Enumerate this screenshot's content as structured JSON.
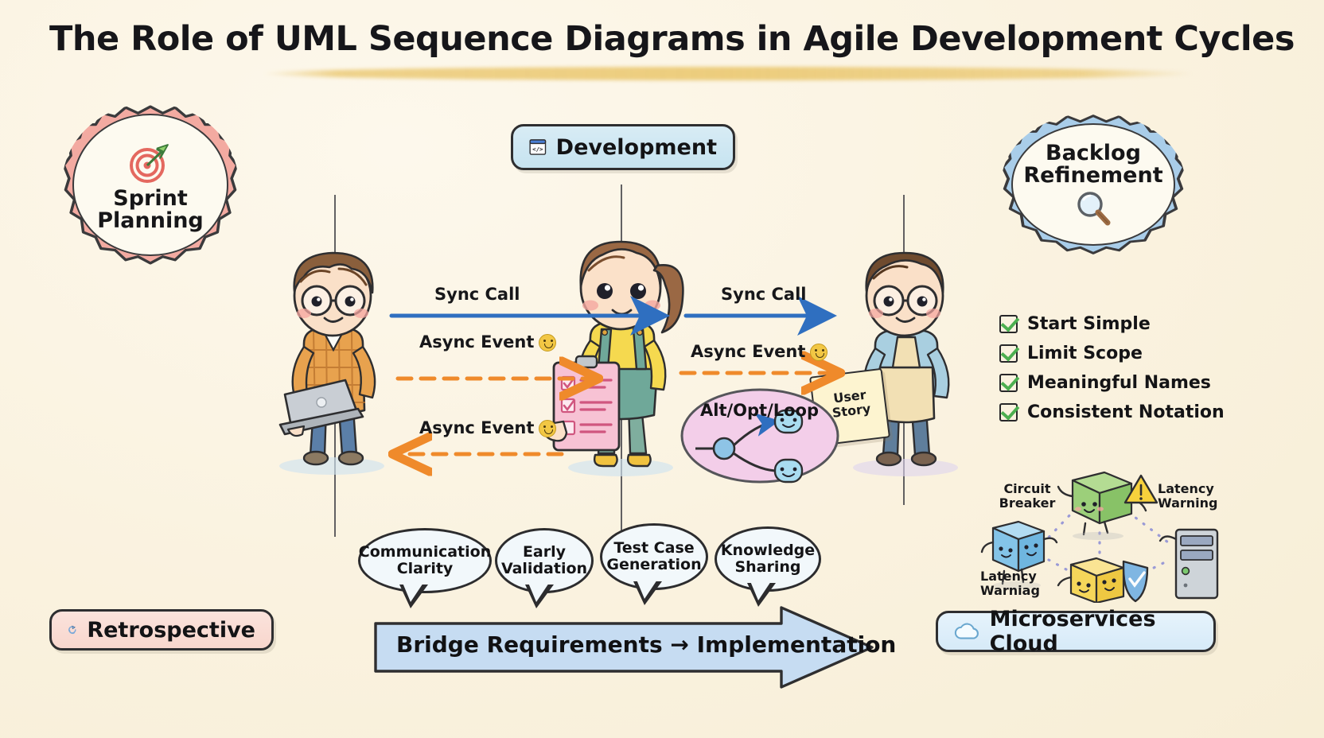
{
  "title": "The Role of UML Sequence Diagrams in Agile Development Cycles",
  "colors": {
    "background": "#fdf6e3",
    "highlight": "#e9c56a",
    "sprint_badge": "#f1a9a0",
    "backlog_badge": "#a8cdea",
    "development_pill": "#cfe8f2",
    "retrospective_pill": "#fadcd4",
    "cloud_pill": "#dceefa",
    "sync_arrow": "#2f6fc0",
    "async_arrow": "#ef8a2b",
    "check_green": "#4caf50",
    "alt_loop_fill": "#f2cfe8",
    "ink": "#2e2e30"
  },
  "badges": {
    "sprint_planning": {
      "label": "Sprint\nPlanning",
      "icon": "target-dart-icon"
    },
    "backlog_refinement": {
      "label": "Backlog\nRefinement",
      "icon": "magnifier-icon"
    }
  },
  "header_pill": {
    "label": "Development",
    "icon": "code-window-icon"
  },
  "lifelines": [
    {
      "name": "sprint-planning-lifeline"
    },
    {
      "name": "development-lifeline"
    },
    {
      "name": "backlog-refinement-lifeline"
    }
  ],
  "actors": [
    {
      "name": "developer-with-laptop",
      "prop": "laptop"
    },
    {
      "name": "analyst-with-clipboard",
      "prop": "clipboard"
    },
    {
      "name": "product-owner-with-user-story",
      "prop": "user-story-note"
    }
  ],
  "messages": [
    {
      "id": "m1",
      "label": "Sync Call",
      "kind": "sync",
      "direction": "right",
      "lane": "left"
    },
    {
      "id": "m2",
      "label": "Async Event",
      "kind": "async",
      "direction": "right",
      "lane": "left",
      "emoji": "smiley"
    },
    {
      "id": "m3",
      "label": "Async Event",
      "kind": "async",
      "direction": "left",
      "lane": "left",
      "emoji": "smiley"
    },
    {
      "id": "m4",
      "label": "Sync Call",
      "kind": "sync",
      "direction": "right",
      "lane": "right"
    },
    {
      "id": "m5",
      "label": "Async Event",
      "kind": "async",
      "direction": "right",
      "lane": "right",
      "emoji": "smiley"
    }
  ],
  "combined_fragment": {
    "label": "Alt/Opt/Loop"
  },
  "sticky_note": {
    "label": "User\nStory"
  },
  "checklist": {
    "items": [
      "Start Simple",
      "Limit Scope",
      "Meaningful Names",
      "Consistent Notation"
    ]
  },
  "benefit_bubbles": [
    "Communication\nClarity",
    "Early\nValidation",
    "Test Case\nGeneration",
    "Knowledge\nSharing"
  ],
  "microservices": {
    "labels": [
      {
        "text": "Circuit\nBreaker"
      },
      {
        "text": "Latency\nWarning",
        "icon": "warning-triangle-icon"
      },
      {
        "text": "Latency\nWarniag"
      }
    ],
    "nodes": [
      {
        "name": "green-cube-service",
        "color": "#9ccf7a"
      },
      {
        "name": "blue-cube-service",
        "color": "#84c4e8"
      },
      {
        "name": "yellow-cube-service",
        "color": "#f5d65a"
      },
      {
        "name": "server-tower",
        "color": "#c9ced3"
      },
      {
        "name": "shield-badge",
        "color": "#6ea8dc"
      }
    ]
  },
  "footer": {
    "retrospective": {
      "label": "Retrospective",
      "icon": "refresh-cycle-icon"
    },
    "bridge_arrow": {
      "label": "Bridge Requirements → Implementation"
    },
    "cloud": {
      "label": "Microservices Cloud",
      "icon": "cloud-icon"
    }
  }
}
